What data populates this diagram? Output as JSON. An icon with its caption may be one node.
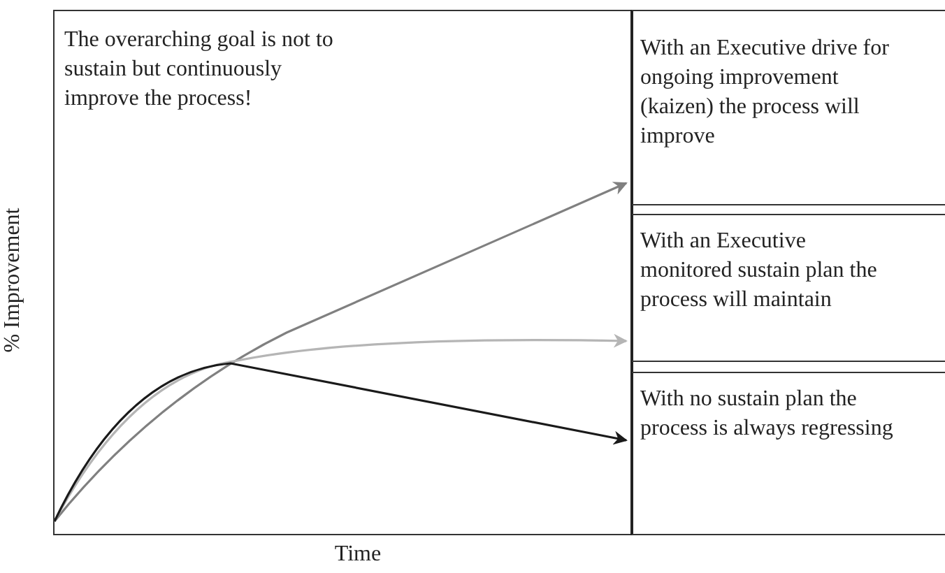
{
  "diagram": {
    "nodes": [
      {
        "text": [
          "With an Executive drive for ongoing improvement (kaizen) the process will improve"
        ]
      },
      {
        "text": [
          "With an Executive monitored sustain plan the process will maintain"
        ]
      },
      {
        "text": [
          "With no sustain plan the process is always regressing"
        ]
      }
    ],
    "edges": [
      {
        "from": null,
        "to": 0,
        "arrow": "to",
        "color": "#808080"
      },
      {
        "from": null,
        "to": 1,
        "arrow": "to",
        "color": "#b5b5b5"
      },
      {
        "from": null,
        "to": 2,
        "arrow": "to",
        "color": "#1a1a1a"
      }
    ],
    "labels": [
      "The overarching goal is not to sustain but continuously improve the process!",
      "% Improvement",
      "Time"
    ]
  }
}
